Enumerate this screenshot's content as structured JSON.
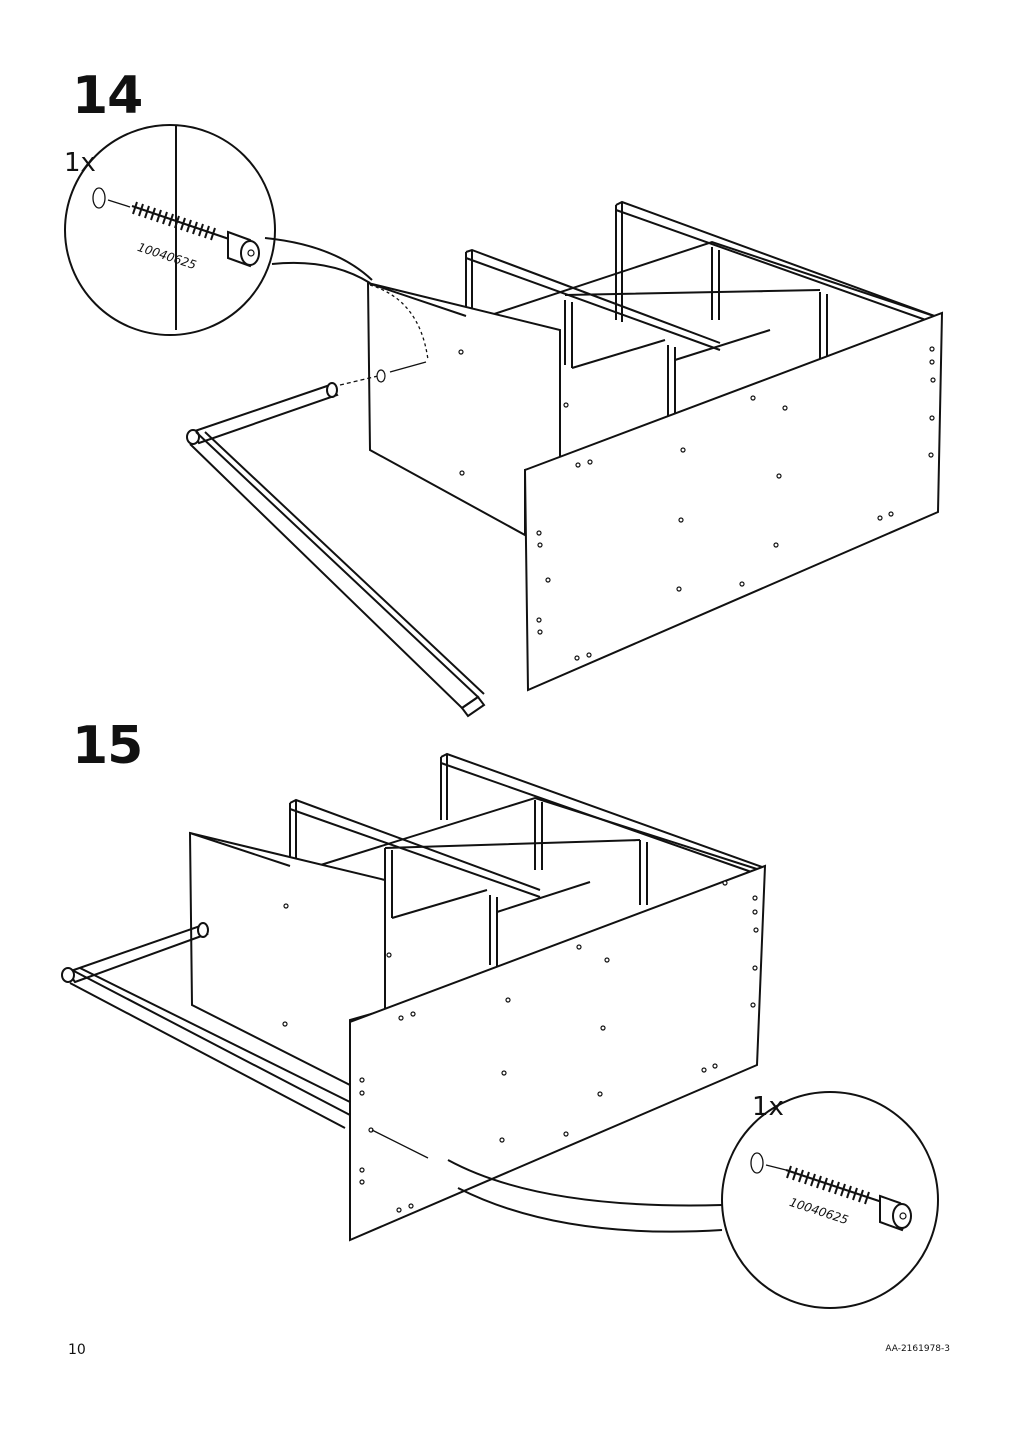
{
  "steps": [
    {
      "number": "14",
      "quantity": "1x",
      "part_number": "10040625"
    },
    {
      "number": "15",
      "quantity": "1x",
      "part_number": "10040625"
    }
  ],
  "footer": {
    "page_number": "10",
    "document_code": "AA-2161978-3"
  }
}
